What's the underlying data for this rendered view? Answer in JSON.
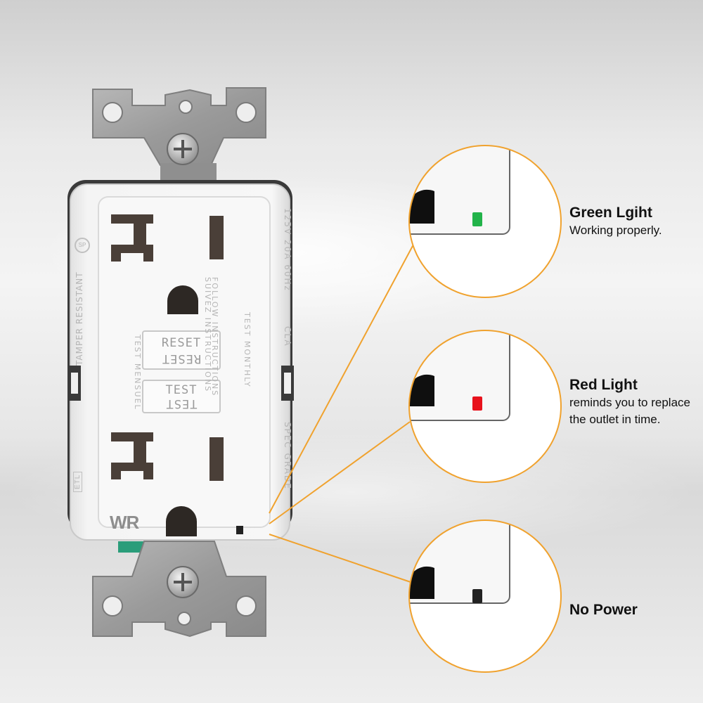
{
  "colors": {
    "accent_orange": "#F0A22E",
    "green_led": "#22B34A",
    "red_led": "#E8121C",
    "off_led": "#222222"
  },
  "outlet": {
    "reset_label": "RESET",
    "reset_label_inverted": "RESET",
    "test_label": "TEST",
    "test_label_inverted": "TEST",
    "rating_text": "125V  20A  60Hz",
    "cla_text": "CLA",
    "spec_grade_text": "SPEC GRADE",
    "follow_text": "FOLLOW INSTRUCTIONS",
    "suivez_text": "SUIVEZ INSTRUCTIONS",
    "tamper_text": "TAMPER RESISTANT",
    "test_monthly_text": "TEST MONTHLY",
    "test_mensuel_text": "TEST MENSUEL",
    "wr_mark": "WR",
    "ul_mark": "ETL",
    "csa_mark": "SP"
  },
  "callouts": [
    {
      "title": "Green Lgiht",
      "description": "Working properly."
    },
    {
      "title": "Red Light",
      "description": "reminds you to replace the outlet in time."
    },
    {
      "title": "No Power",
      "description": ""
    }
  ]
}
